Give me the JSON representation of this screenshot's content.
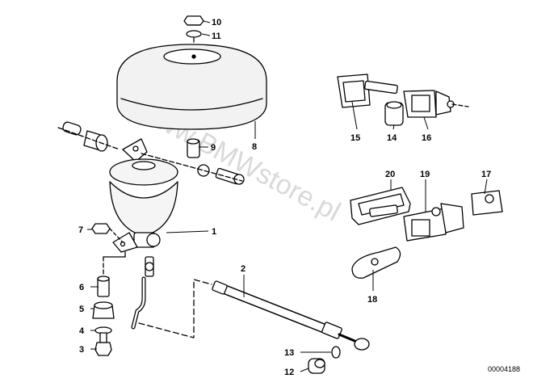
{
  "watermark": "www.BMWstore.pl",
  "drawing_code": "00004188",
  "callouts": {
    "c1": "1",
    "c2": "2",
    "c3": "3",
    "c4": "4",
    "c5": "5",
    "c6": "6",
    "c7": "7",
    "c8": "8",
    "c9": "9",
    "c10": "10",
    "c11": "11",
    "c12": "12",
    "c13": "13",
    "c14": "14",
    "c15": "15",
    "c16": "16",
    "c17": "17",
    "c18": "18",
    "c19": "19",
    "c20": "20"
  }
}
